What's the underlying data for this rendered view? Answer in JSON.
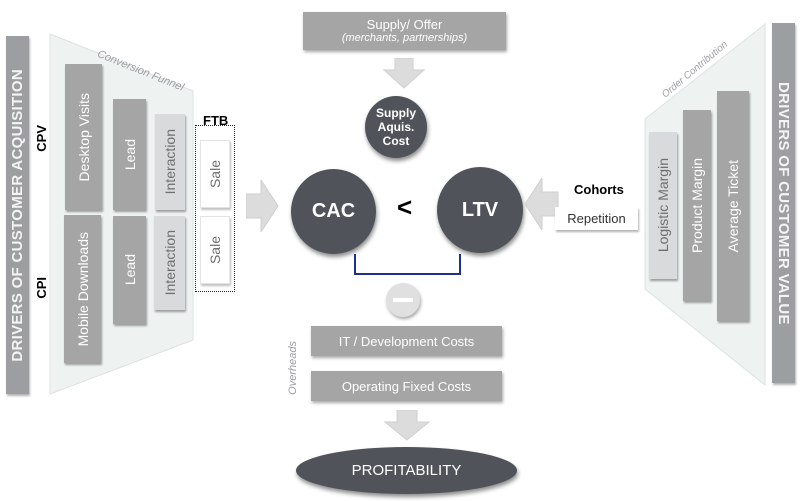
{
  "left_panel": {
    "band_label": "DRIVERS OF CUSTOMER ACQUISITION",
    "funnel_label": "Conversion Funnel",
    "cpv_label": "CPV",
    "cpi_label": "CPI",
    "ftb_label": "FTB",
    "desktop_row": [
      {
        "label": "Desktop Visits",
        "style": "dark"
      },
      {
        "label": "Lead",
        "style": "dark"
      },
      {
        "label": "Interaction",
        "style": "light"
      },
      {
        "label": "Sale",
        "style": "white"
      }
    ],
    "mobile_row": [
      {
        "label": "Mobile Downloads",
        "style": "dark"
      },
      {
        "label": "Lead",
        "style": "dark"
      },
      {
        "label": "Interaction",
        "style": "light"
      },
      {
        "label": "Sale",
        "style": "white"
      }
    ]
  },
  "center": {
    "supply_box": {
      "title": "Supply/  Offer",
      "subtitle": "(merchants, partnerships)"
    },
    "supply_cost_circle": [
      "Supply",
      "Aquis.",
      "Cost"
    ],
    "cac_label": "CAC",
    "comparison_symbol": "<",
    "ltv_label": "LTV",
    "minus_symbol": "minus",
    "overheads_label": "Overheads",
    "cost_boxes": [
      "IT / Development  Costs",
      "Operating Fixed Costs"
    ],
    "result_label": "PROFITABILITY",
    "bracket_color": "#1f2f8f"
  },
  "right_panel": {
    "band_label": "DRIVERS  OF CUSTOMER VALUE",
    "cohorts_label": "Cohorts",
    "repetition_label": "Repetition",
    "contribution_label": "Order Contribution",
    "bars": [
      {
        "label": "Logistic Margin",
        "style": "light"
      },
      {
        "label": "Product Margin",
        "style": "dark"
      },
      {
        "label": "Average Ticket",
        "style": "dark"
      }
    ]
  }
}
